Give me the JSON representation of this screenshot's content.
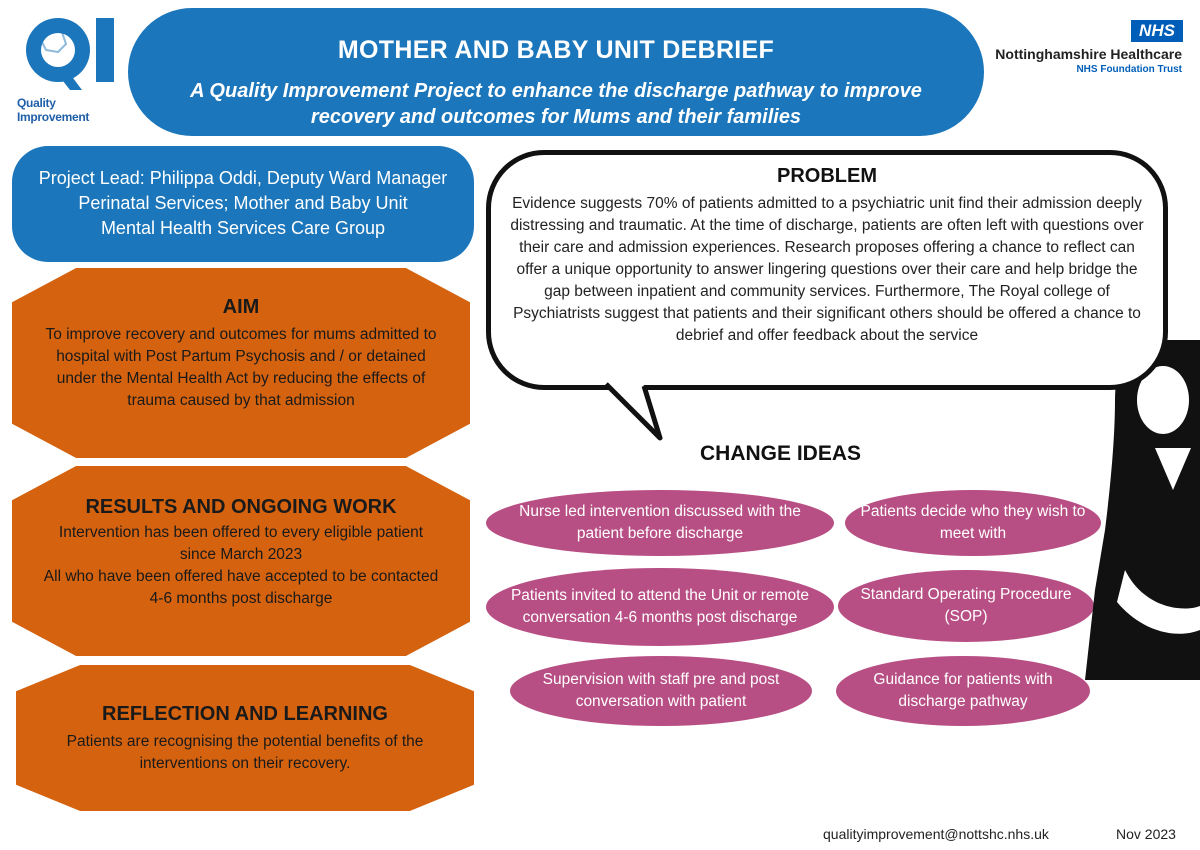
{
  "logo": {
    "caption": "Quality Improvement",
    "accent": "#1f5fa8"
  },
  "header": {
    "title": "MOTHER AND BABY UNIT DEBRIEF",
    "subtitle": "A Quality Improvement Project to enhance the discharge pathway to improve recovery and outcomes for Mums and their families",
    "bg_color": "#1b76bb"
  },
  "nhs": {
    "badge": "NHS",
    "org": "Nottinghamshire Healthcare",
    "trust": "NHS Foundation Trust",
    "color": "#005eb8"
  },
  "lead": {
    "line1": "Project Lead: Philippa Oddi, Deputy Ward Manager",
    "line2": "Perinatal Services; Mother and Baby Unit",
    "line3": "Mental Health Services Care Group"
  },
  "aim": {
    "title": "AIM",
    "body": "To improve recovery and outcomes for mums admitted to hospital with Post Partum Psychosis and / or detained under the Mental Health Act by reducing the effects of trauma caused by that admission"
  },
  "results": {
    "title": "RESULTS AND ONGOING WORK",
    "line1": "Intervention has been offered to every eligible patient since March 2023",
    "line2": "All who have been offered have accepted to be contacted 4-6 months post discharge"
  },
  "reflection": {
    "title": "REFLECTION AND LEARNING",
    "body": "Patients are recognising the potential benefits of the interventions on their recovery."
  },
  "problem": {
    "title": "PROBLEM",
    "body": "Evidence suggests 70% of patients admitted to a psychiatric unit find their admission deeply distressing and traumatic.  At the time of discharge, patients are often left with questions over their care and admission experiences. Research proposes offering a chance to reflect can offer a unique opportunity to answer lingering questions over their care and help bridge the gap between inpatient and community services. Furthermore, The Royal college of Psychiatrists suggest that patients and their significant others should be offered a chance to debrief and offer feedback about the service"
  },
  "change_ideas": {
    "title": "CHANGE IDEAS",
    "items": [
      "Nurse led intervention discussed with the patient before discharge",
      "Patients decide who they wish to meet with",
      "Patients invited to attend the Unit or remote conversation 4-6 months post discharge",
      "Standard Operating Procedure (SOP)",
      "Supervision with staff pre and post conversation with patient",
      "Guidance for patients with discharge pathway"
    ],
    "pill_color": "#b84f84"
  },
  "octagon_color": "#d5620f",
  "footer": {
    "email": "qualityimprovement@nottshc.nhs.uk",
    "date": "Nov 2023"
  }
}
